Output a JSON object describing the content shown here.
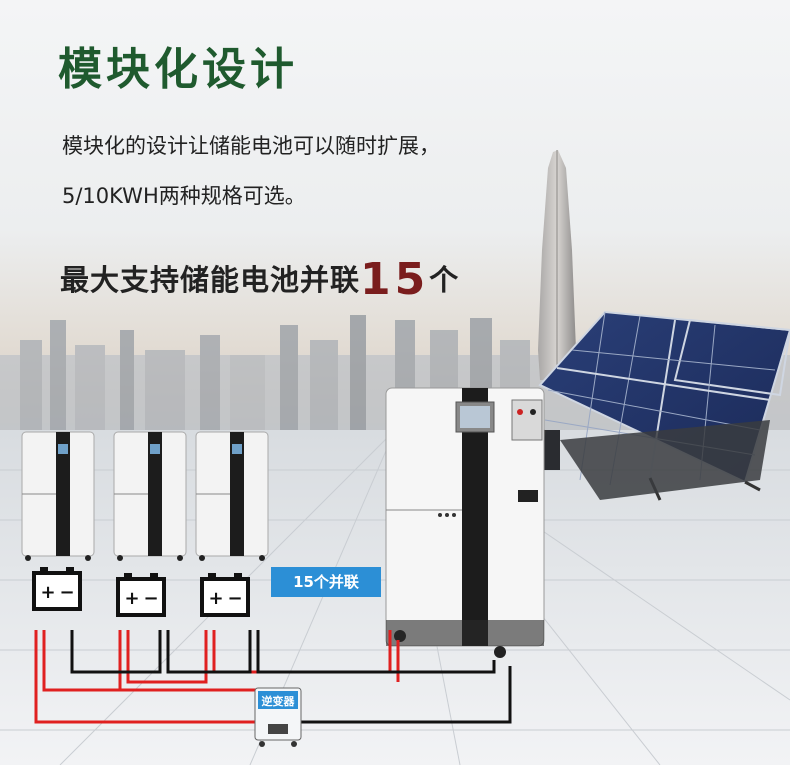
{
  "title": "模块化设计",
  "description": {
    "line1": "模块化的设计让储能电池可以随时扩展，",
    "line2": "5/10KWH两种规格可选。"
  },
  "headline": {
    "prefix": "最大支持储能电池并联",
    "number": "15",
    "suffix": "个"
  },
  "parallel_tag": "15个并联",
  "inverter_label": "逆变器",
  "colors": {
    "title_green": "#1f5a2e",
    "number_red": "#7a1d1d",
    "tag_blue": "#2c8fd6",
    "wire_red": "#e02020",
    "wire_black": "#111111"
  }
}
